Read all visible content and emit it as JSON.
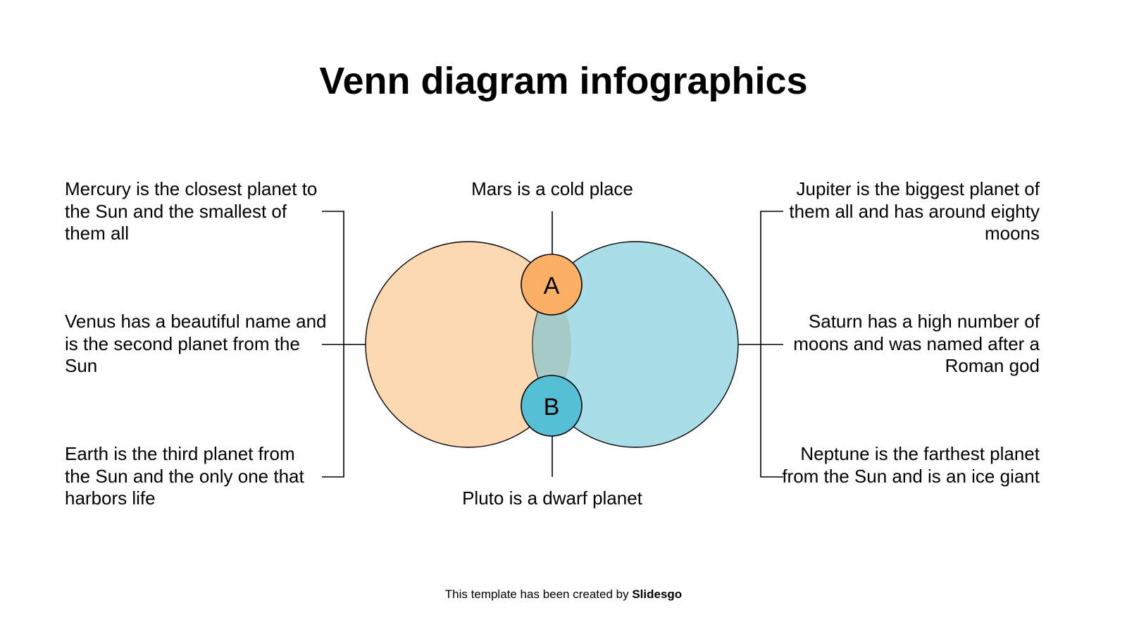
{
  "title": "Venn diagram infographics",
  "left_items": [
    "Mercury is the closest planet to the Sun and the smallest of them all",
    "Venus has a beautiful name and is the second planet from the Sun",
    "Earth is the third planet from the Sun and the only one that harbors life"
  ],
  "right_items": [
    "Jupiter is the biggest planet of them all and has around eighty moons",
    "Saturn has a high number of moons and was named after a Roman god",
    "Neptune is the farthest planet from the Sun and is an ice giant"
  ],
  "top_label": "Mars is a cold place",
  "bottom_label": "Pluto is a dwarf planet",
  "markers": {
    "a": "A",
    "b": "B"
  },
  "colors": {
    "left_circle": "#FCD9B0",
    "right_circle": "#A9DEE8",
    "intersection": "#A6CBC6",
    "marker_a": "#FBAF64",
    "marker_b": "#55BFD6"
  },
  "footer": {
    "text": "This template has been created by ",
    "brand": "Slidesgo"
  }
}
